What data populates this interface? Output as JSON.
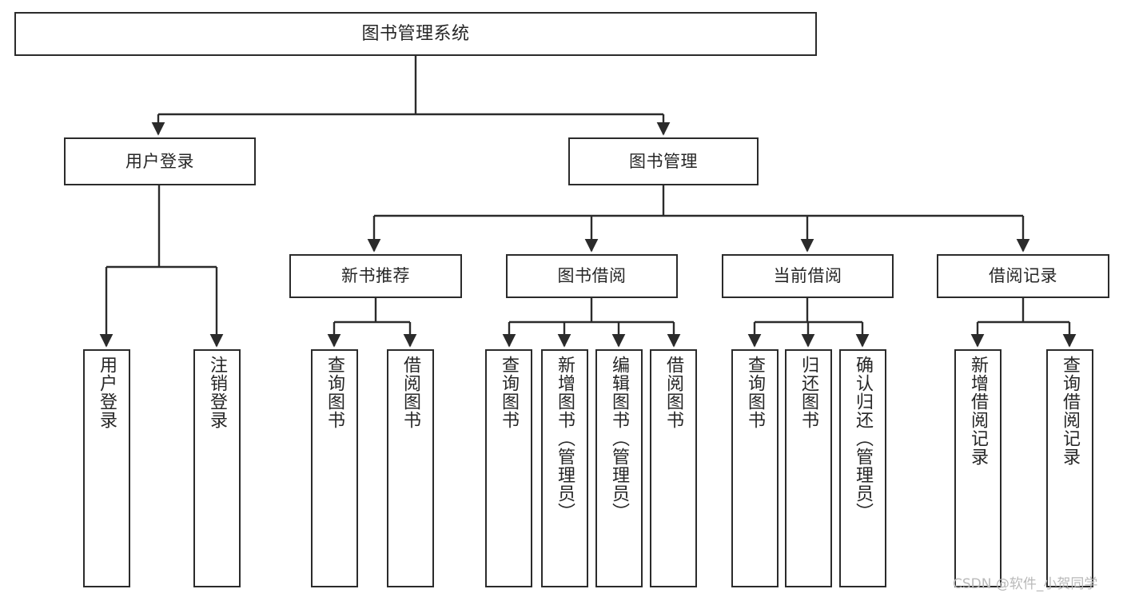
{
  "diagram": {
    "title": "图书管理系统",
    "type": "function-structure-tree",
    "orientation": "top-down",
    "box_fill": "#ffffff",
    "box_stroke": "#2b2b2b",
    "text_color": "#262626",
    "connector_color": "#2b2b2b",
    "background": "#ffffff"
  },
  "nodes": {
    "root": {
      "label": "图书管理系统"
    },
    "level1": [
      {
        "label": "用户登录"
      },
      {
        "label": "图书管理"
      }
    ],
    "level2": [
      {
        "label": "新书推荐"
      },
      {
        "label": "图书借阅"
      },
      {
        "label": "当前借阅"
      },
      {
        "label": "借阅记录"
      }
    ],
    "leaves": {
      "user_login": [
        {
          "label": "用户登录"
        },
        {
          "label": "注销登录"
        }
      ],
      "new_book_recommend": [
        {
          "label": "查询图书"
        },
        {
          "label": "借阅图书"
        }
      ],
      "book_borrow": [
        {
          "label": "查询图书"
        },
        {
          "label": "新增图书（管理员）"
        },
        {
          "label": "编辑图书（管理员）"
        },
        {
          "label": "借阅图书"
        }
      ],
      "current_borrow": [
        {
          "label": "查询图书"
        },
        {
          "label": "归还图书"
        },
        {
          "label": "确认归还（管理员）"
        }
      ],
      "borrow_record": [
        {
          "label": "新增借阅记录"
        },
        {
          "label": "查询借阅记录"
        }
      ]
    }
  },
  "watermark": {
    "text": "CSDN @软件_小贺同学"
  }
}
